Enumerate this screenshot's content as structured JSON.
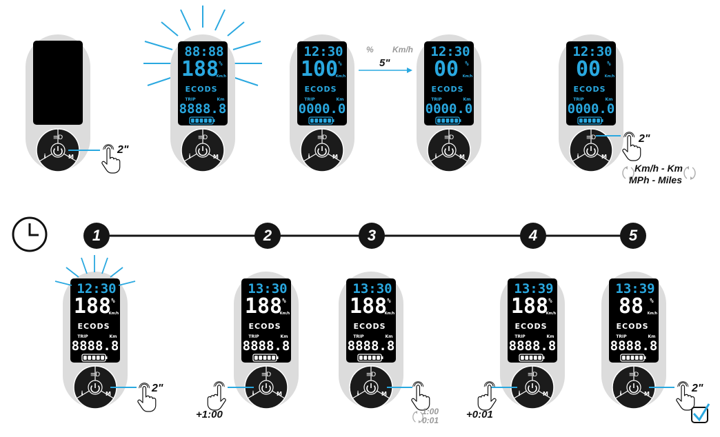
{
  "colors": {
    "lcd_blue": "#29a8e0",
    "device_gray": "#dcdcdc",
    "button_dark": "#1b1b1b",
    "lcd_dim": "#4a4a4a"
  },
  "icons": [
    "power-icon",
    "light-icon",
    "info-icon",
    "mode-icon",
    "hand-press-icon",
    "clock-icon",
    "checkmark-icon",
    "rotate-arrows-icon",
    "flash-rays-icon"
  ],
  "labels": {
    "transition_percent": "%",
    "transition_kmh": "Km/h",
    "transition_time": "5\"",
    "hold_2s": "2\"",
    "units_km": "Km/h - Km",
    "units_miles": "MPh - Miles",
    "plus_hour": "+1:00",
    "plus_minute": "+0:01",
    "cycle_hour": "1:00",
    "cycle_minute": "0:01"
  },
  "lcd": {
    "kmh": "Km/h",
    "percent": "%",
    "modes": "ECODS",
    "trip": "TRIP",
    "km": "Km",
    "d1": {
      "time": "88:88",
      "speed": "188",
      "odo": "8888.8"
    },
    "d2": {
      "time": "12:30",
      "speed": "100",
      "odo": "0000.0"
    },
    "d3": {
      "time": "12:30",
      "speed": "00",
      "odo": "0000.0"
    },
    "d4": {
      "time": "12:30",
      "speed": "00",
      "odo": "0000.0"
    },
    "b1": {
      "time": "12:30",
      "speed": "188",
      "odo": "8888.8"
    },
    "b2": {
      "time": "13:30",
      "speed": "188",
      "odo": "8888.8"
    },
    "b3": {
      "time": "13:30",
      "speed": "188",
      "odo": "8888.8"
    },
    "b4": {
      "time": "13:39",
      "speed": "188",
      "odo": "8888.8"
    },
    "b5": {
      "time": "13:39",
      "speed": "88",
      "odo": "8888.8"
    }
  },
  "buttons": {
    "info": "i",
    "mode": "M"
  },
  "steps": [
    "1",
    "2",
    "3",
    "4",
    "5"
  ]
}
